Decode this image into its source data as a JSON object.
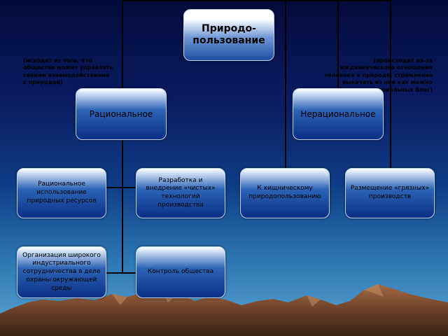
{
  "root": {
    "label": "Природо-пользование"
  },
  "branches": {
    "rational": {
      "label": "Рациональное",
      "note": "(исходит из того, что общество может управлять своими взаимодействиями с природой)"
    },
    "irrational": {
      "label": "Нерациональное",
      "note": "(происходит из-за иждивенческого отношения человека к природе, стремления выкачать из нее как можно больше материальных благ)"
    }
  },
  "items": {
    "rational_use": "Рациональное использование природных ресурсов",
    "clean_tech": "Разработка и внедрение «чистых» технологий производства",
    "predatory": "К хищническому природопользованию",
    "dirty_placement": "Размещение «грязных» производств",
    "industrial_cooperation": "Организация широкого индустриального сотрудничества в деле охраны окружающей среды",
    "public_control": "Контроль общества"
  },
  "colors": {
    "line": "#000000",
    "box_dark": "#0b2f86",
    "box_light": "#ffffff",
    "mountain": "#7a4a30"
  }
}
